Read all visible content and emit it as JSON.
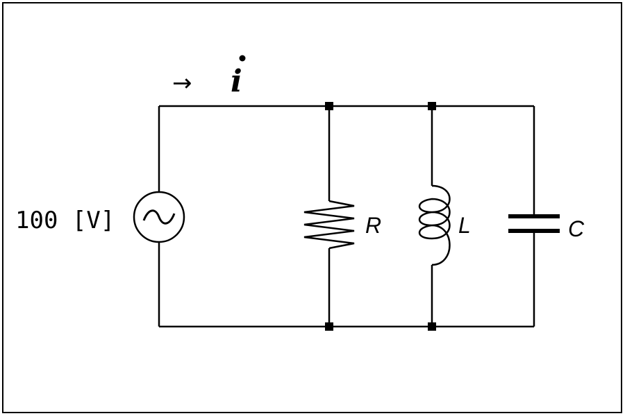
{
  "source": {
    "label": "100 [V]",
    "symbol": "~"
  },
  "current": {
    "arrow": "→",
    "symbol": "i"
  },
  "components": {
    "resistor": "R",
    "inductor": "L",
    "capacitor": "C"
  }
}
